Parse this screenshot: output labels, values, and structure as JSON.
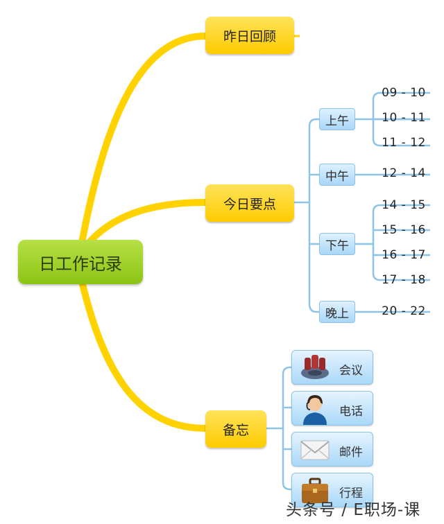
{
  "root": "日工作记录",
  "branches": {
    "yesterday": "昨日回顾",
    "today": "今日要点",
    "memo": "备忘"
  },
  "periods": {
    "morning": {
      "label": "上午",
      "times": [
        "09 - 10",
        "10 - 11",
        "11 - 12"
      ]
    },
    "noon": {
      "label": "中午",
      "times": [
        "12 - 14"
      ]
    },
    "afternoon": {
      "label": "下午",
      "times": [
        "14 - 15",
        "15 - 16",
        "16 - 17",
        "17 - 18"
      ]
    },
    "evening": {
      "label": "晚上",
      "times": [
        "20 - 22"
      ]
    }
  },
  "memo_items": [
    {
      "label": "会议",
      "icon": "meeting-icon"
    },
    {
      "label": "电话",
      "icon": "phone-operator-icon"
    },
    {
      "label": "邮件",
      "icon": "mail-envelope-icon"
    },
    {
      "label": "行程",
      "icon": "briefcase-icon"
    }
  ],
  "watermark": "头条号 / E职场-课",
  "colors": {
    "root": "#9fd22a",
    "branch": "#ffd200",
    "sub": "#b8dcf6",
    "line": "#8ec3e6"
  }
}
